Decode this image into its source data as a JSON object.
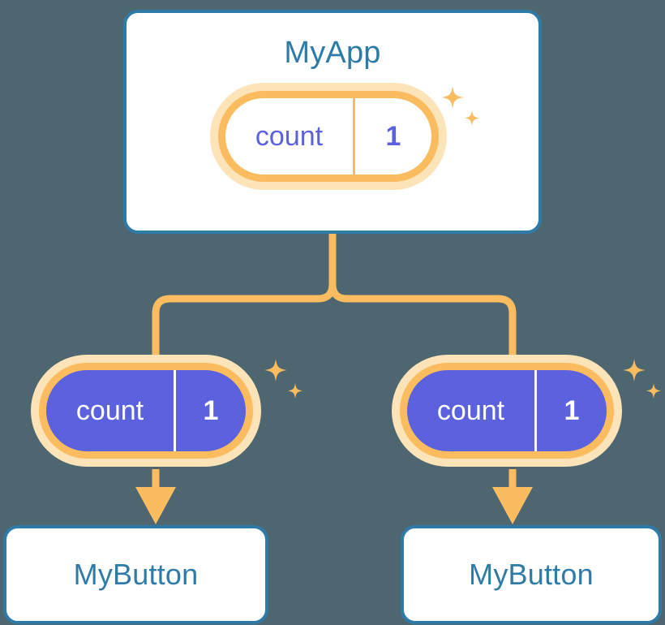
{
  "diagram": {
    "title": "React state prop-drilling diagram",
    "background_color": "#4d6670"
  },
  "colors": {
    "card_border": "#2f7ba8",
    "card_title": "#2f7ba8",
    "card_background": "#ffffff",
    "pill_ring": "#fabc5f",
    "pill_halo": "#fde3b8",
    "pill_child_fill": "#5c62dd",
    "pill_text_indigo": "#5c62dd",
    "pill_text_white": "#ffffff",
    "connector": "#fabc5f",
    "sparkle": "#fabc5f"
  },
  "root": {
    "card": {
      "name": "MyApp",
      "title": "MyApp"
    },
    "state_pill": {
      "key": "count",
      "value": "1"
    },
    "sparkle_icon": "sparkles-icon"
  },
  "children": [
    {
      "id": "left",
      "state_pill": {
        "key": "count",
        "value": "1"
      },
      "sparkle_icon": "sparkles-icon",
      "card": {
        "name": "MyButton",
        "title": "MyButton"
      }
    },
    {
      "id": "right",
      "state_pill": {
        "key": "count",
        "value": "1"
      },
      "sparkle_icon": "sparkles-icon",
      "card": {
        "name": "MyButton",
        "title": "MyButton"
      }
    }
  ],
  "connectors": {
    "trunk_label": "state-flow-trunk",
    "branch_left_label": "state-flow-branch-left",
    "branch_right_label": "state-flow-branch-right",
    "arrow_left_label": "prop-arrow-left",
    "arrow_right_label": "prop-arrow-right"
  }
}
